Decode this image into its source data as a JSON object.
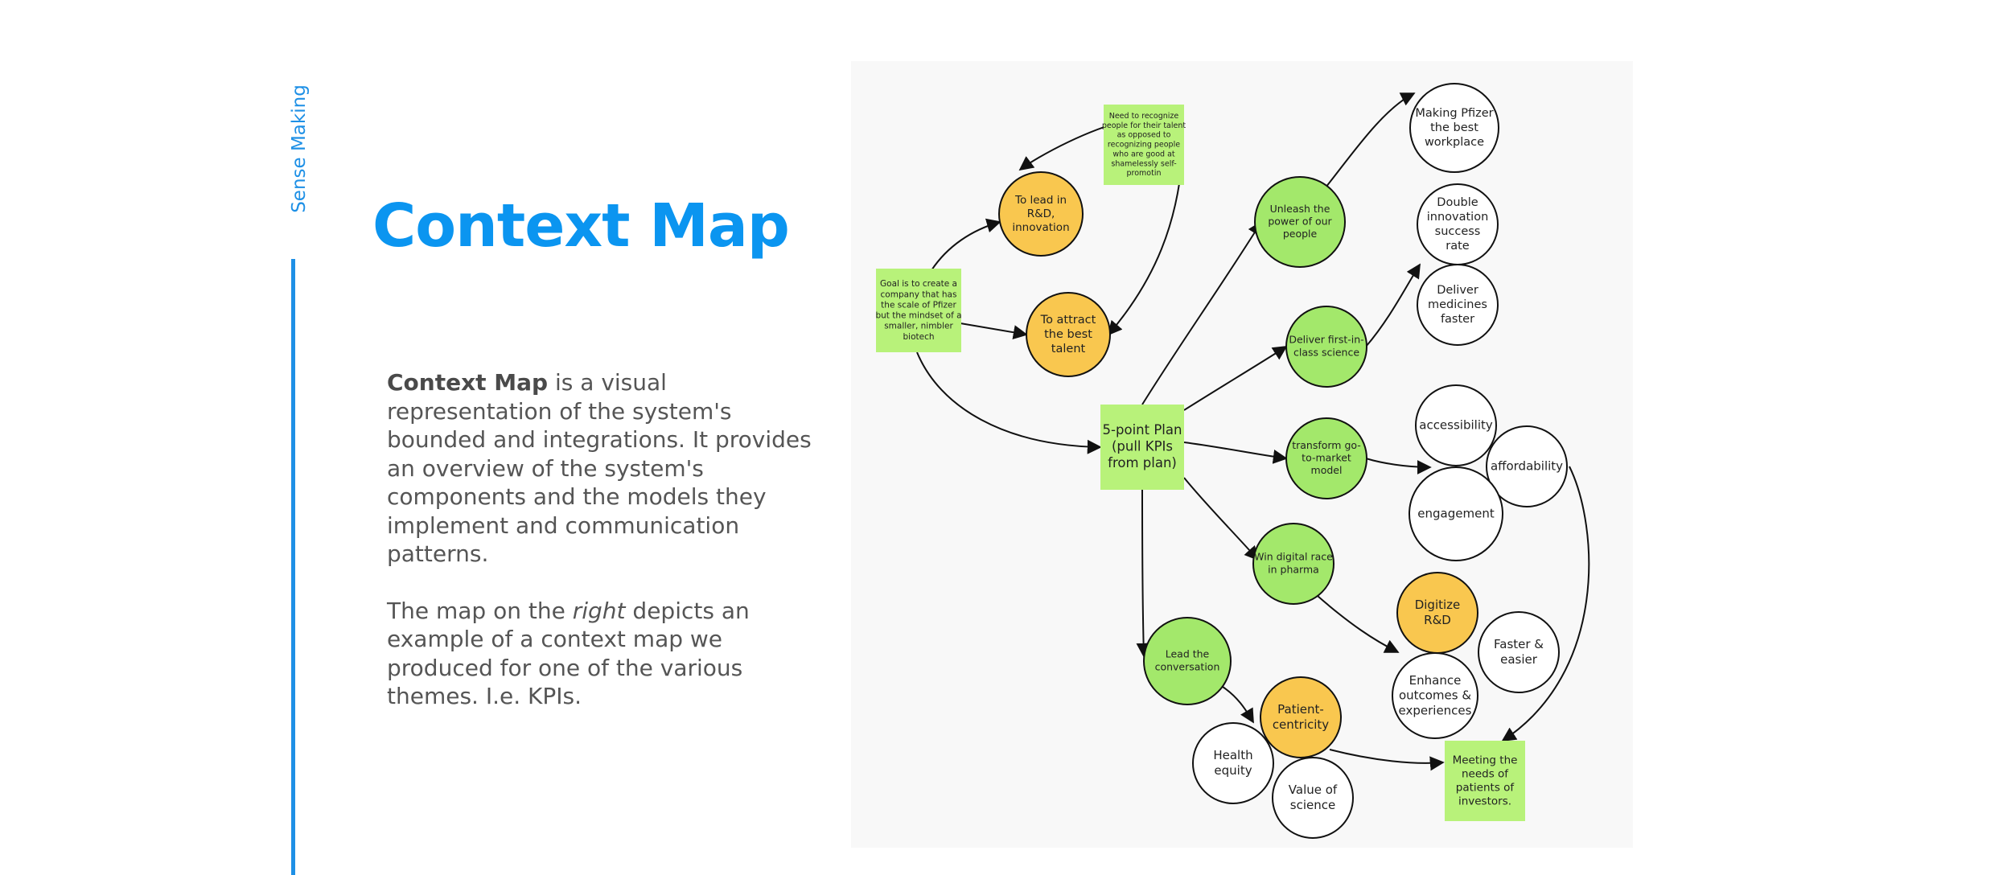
{
  "sidebar": {
    "section_label": "Sense Making"
  },
  "title": "Context Map",
  "description": {
    "p1_term": "Context Map",
    "p1_rest": " is a visual representation of the system's bounded and integrations. It provides an overview of the system's components and the models they implement and communication patterns.",
    "p2_pre": "The map on the ",
    "p2_em": "right",
    "p2_post": " depicts an example of a context map we produced for one of the various themes. I.e. KPIs."
  },
  "colors": {
    "accent": "#0b95f0",
    "green_node": "#a3e86b",
    "yellow_node": "#f9c74f",
    "green_note": "#b8f27a",
    "white_node": "#ffffff"
  },
  "diagram": {
    "nodes": [
      {
        "id": "note-recognize",
        "shape": "note",
        "color": "green",
        "lines": [
          "Need to recognize",
          "people for their talent",
          "as opposed to",
          "recognizing people",
          "who are good at",
          "shamelessly self-",
          "promotin"
        ]
      },
      {
        "id": "lead-rd",
        "shape": "circle",
        "color": "yellow",
        "lines": [
          "To lead in",
          "R&D,",
          "innovation"
        ]
      },
      {
        "id": "note-goal",
        "shape": "note",
        "color": "green",
        "lines": [
          "Goal is to create a",
          "company that has",
          "the scale of Pfizer",
          "but the mindset of a",
          "smaller, nimbler",
          "biotech"
        ]
      },
      {
        "id": "attract-talent",
        "shape": "circle",
        "color": "yellow",
        "lines": [
          "To attract",
          "the best",
          "talent"
        ]
      },
      {
        "id": "five-point-plan",
        "shape": "note",
        "color": "green",
        "lines": [
          "5-point Plan",
          "(pull KPIs",
          "from plan)"
        ]
      },
      {
        "id": "unleash-power",
        "shape": "circle",
        "color": "green",
        "lines": [
          "Unleash the",
          "power of our",
          "people"
        ]
      },
      {
        "id": "best-workplace",
        "shape": "circle",
        "color": "white",
        "lines": [
          "Making Pfizer",
          "the best",
          "workplace"
        ]
      },
      {
        "id": "double-innovation",
        "shape": "circle",
        "color": "white",
        "lines": [
          "Double",
          "innovation",
          "success",
          "rate"
        ]
      },
      {
        "id": "deliver-medicines",
        "shape": "circle",
        "color": "white",
        "lines": [
          "Deliver",
          "medicines",
          "faster"
        ]
      },
      {
        "id": "first-in-class",
        "shape": "circle",
        "color": "green",
        "lines": [
          "Deliver first-in-",
          "class science"
        ]
      },
      {
        "id": "transform-gtm",
        "shape": "circle",
        "color": "green",
        "lines": [
          "transform go-",
          "to-market",
          "model"
        ]
      },
      {
        "id": "accessibility",
        "shape": "circle",
        "color": "white",
        "lines": [
          "accessibility"
        ]
      },
      {
        "id": "affordability",
        "shape": "circle",
        "color": "white",
        "lines": [
          "affordability"
        ]
      },
      {
        "id": "engagement",
        "shape": "circle",
        "color": "white",
        "lines": [
          "engagement"
        ]
      },
      {
        "id": "digital-race",
        "shape": "circle",
        "color": "green",
        "lines": [
          "Win digital race",
          "in pharma"
        ]
      },
      {
        "id": "digitize-rd",
        "shape": "circle",
        "color": "yellow",
        "lines": [
          "Digitize",
          "R&D"
        ]
      },
      {
        "id": "faster-easier",
        "shape": "circle",
        "color": "white",
        "lines": [
          "Faster &",
          "easier"
        ]
      },
      {
        "id": "enhance-outcomes",
        "shape": "circle",
        "color": "white",
        "lines": [
          "Enhance",
          "outcomes &",
          "experiences"
        ]
      },
      {
        "id": "lead-conversation",
        "shape": "circle",
        "color": "green",
        "lines": [
          "Lead the",
          "conversation"
        ]
      },
      {
        "id": "patient-centricity",
        "shape": "circle",
        "color": "yellow",
        "lines": [
          "Patient-",
          "centricity"
        ]
      },
      {
        "id": "health-equity",
        "shape": "circle",
        "color": "white",
        "lines": [
          "Health",
          "equity"
        ]
      },
      {
        "id": "value-science",
        "shape": "circle",
        "color": "white",
        "lines": [
          "Value of",
          "science"
        ]
      },
      {
        "id": "meeting-needs",
        "shape": "note",
        "color": "green",
        "lines": [
          "Meeting the",
          "needs of",
          "patients of",
          "investors."
        ]
      }
    ],
    "edges": [
      [
        "note-recognize",
        "lead-rd"
      ],
      [
        "note-recognize",
        "attract-talent"
      ],
      [
        "note-goal",
        "lead-rd"
      ],
      [
        "note-goal",
        "attract-talent"
      ],
      [
        "note-goal",
        "five-point-plan"
      ],
      [
        "five-point-plan",
        "unleash-power"
      ],
      [
        "unleash-power",
        "best-workplace"
      ],
      [
        "five-point-plan",
        "first-in-class"
      ],
      [
        "first-in-class",
        "double-innovation"
      ],
      [
        "five-point-plan",
        "transform-gtm"
      ],
      [
        "transform-gtm",
        "engagement"
      ],
      [
        "five-point-plan",
        "digital-race"
      ],
      [
        "digital-race",
        "enhance-outcomes"
      ],
      [
        "five-point-plan",
        "lead-conversation"
      ],
      [
        "lead-conversation",
        "patient-centricity"
      ],
      [
        "patient-centricity",
        "meeting-needs"
      ],
      [
        "affordability",
        "meeting-needs"
      ]
    ]
  }
}
